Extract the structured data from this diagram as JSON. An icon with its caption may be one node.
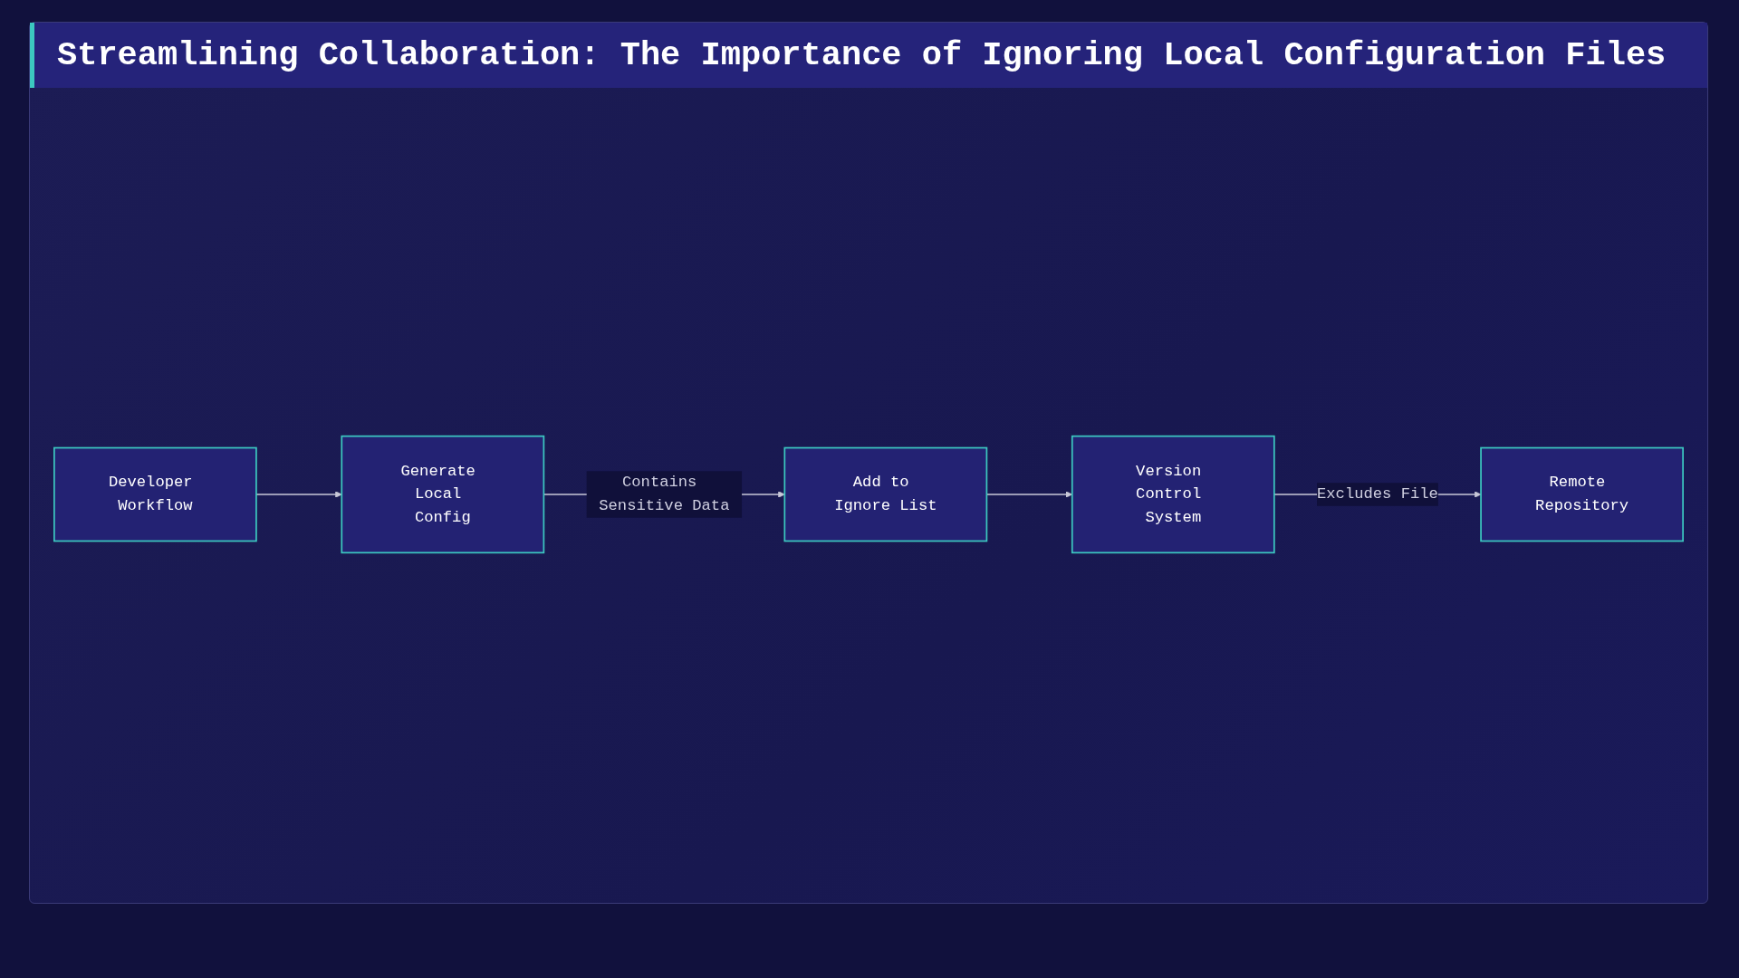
{
  "diagram": {
    "title": "Streamlining Collaboration: The Importance of Ignoring Local Configuration Files",
    "nodes": [
      {
        "text": [
          "Developer Workflow"
        ]
      },
      {
        "text": [
          "Generate Local Config"
        ]
      },
      {
        "text": [
          "Add to Ignore List"
        ]
      },
      {
        "text": [
          "Version Control System"
        ]
      },
      {
        "text": [
          "Remote Repository"
        ]
      }
    ],
    "edges": [
      {
        "from": 0,
        "to": 1,
        "arrow": "to"
      },
      {
        "from": 1,
        "to": 2,
        "arrow": "to",
        "label": "Contains Sensitive Data"
      },
      {
        "from": 2,
        "to": 3,
        "arrow": "to"
      },
      {
        "from": 3,
        "to": 4,
        "arrow": "to",
        "label": "Excludes File"
      }
    ]
  }
}
